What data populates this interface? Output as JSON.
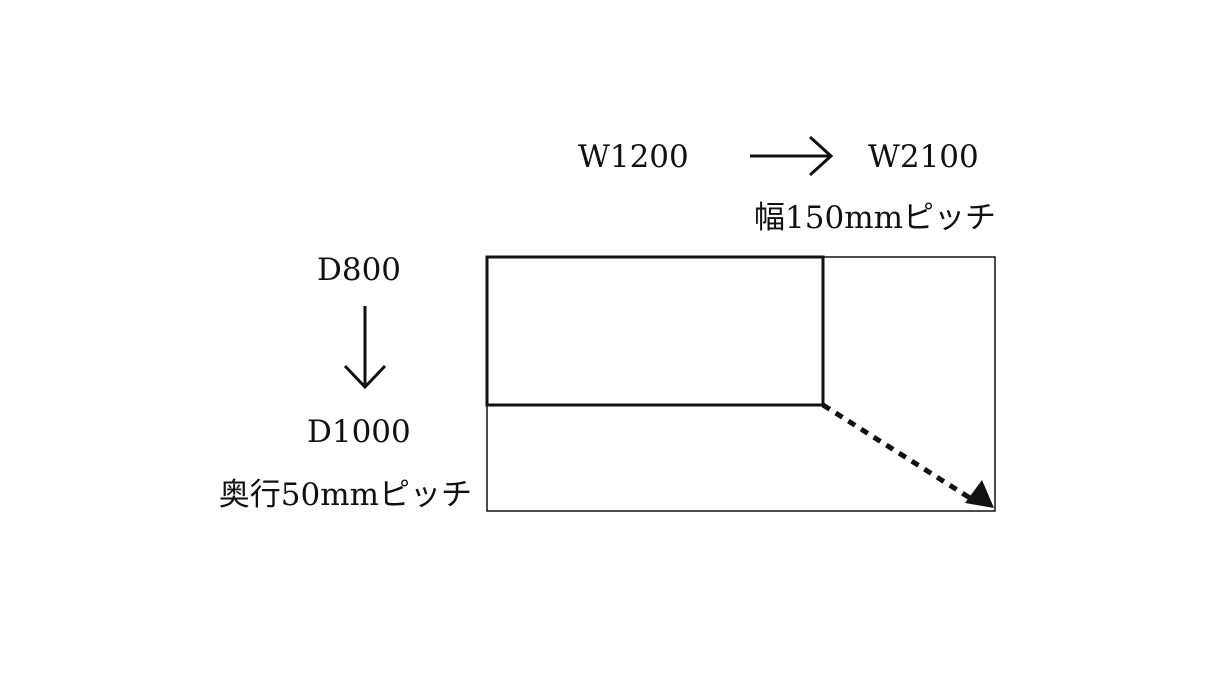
{
  "width": {
    "from_label": "W1200",
    "to_label": "W2100",
    "pitch_label": "幅150mmピッチ"
  },
  "depth": {
    "from_label": "D800",
    "to_label": "D1000",
    "pitch_label": "奥行50mmピッチ"
  },
  "icons": {
    "width_arrow": "right-arrow-icon",
    "depth_arrow": "down-arrow-icon",
    "resize_arrow": "diagonal-dotted-arrow-icon"
  },
  "colors": {
    "line": "#111111",
    "background": "#ffffff"
  }
}
